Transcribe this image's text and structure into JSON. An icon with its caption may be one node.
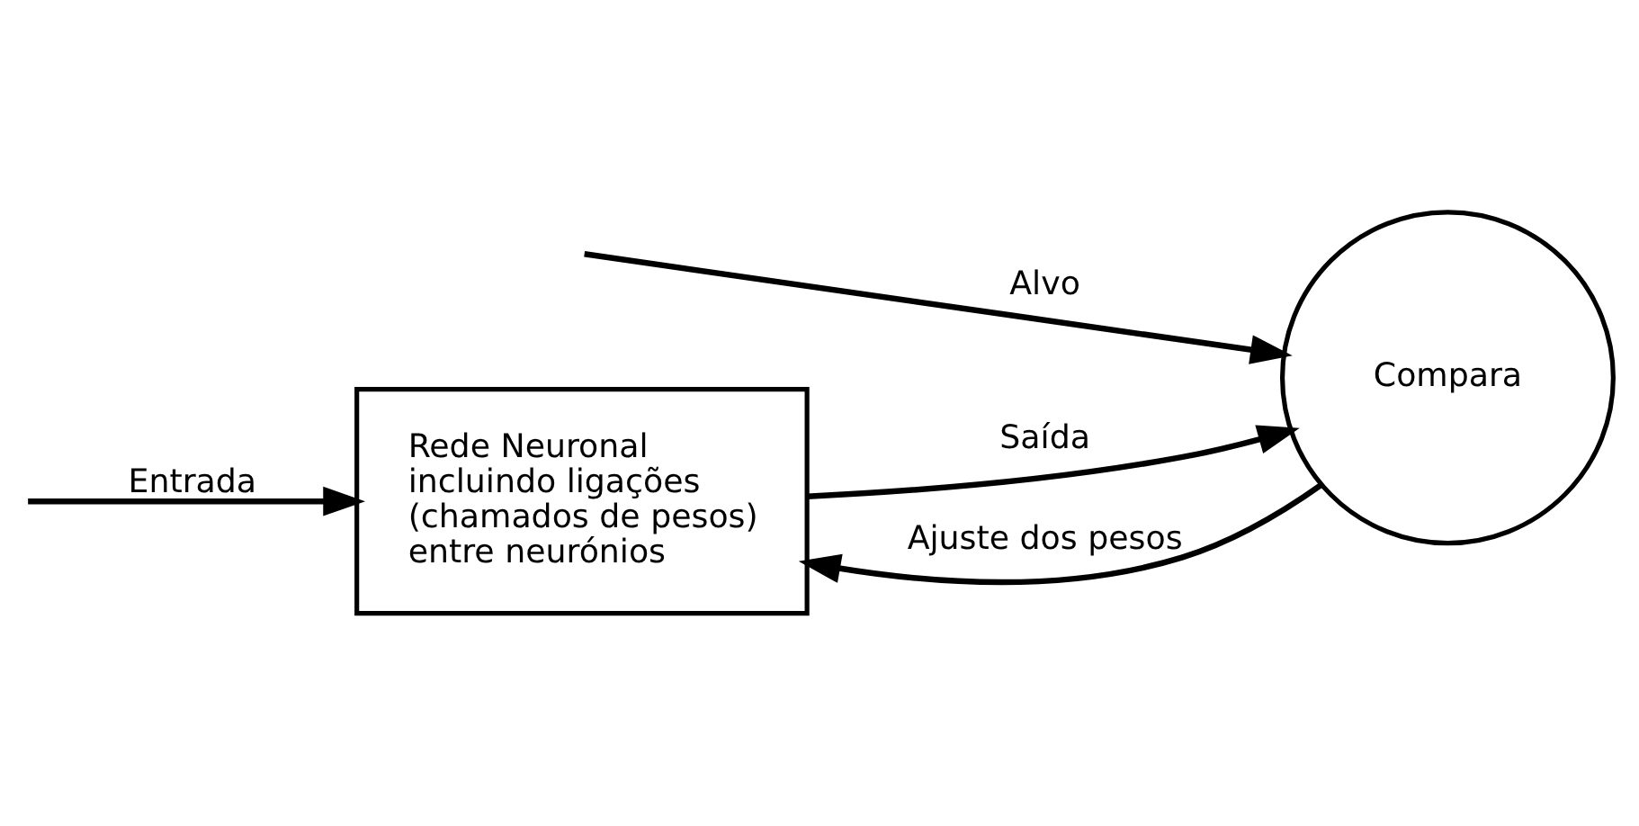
{
  "diagram": {
    "nodes": [
      {
        "text": [
          "Rede Neuronal incluindo ligações (chamados de pesos) entre neurónios"
        ]
      },
      {
        "text": [
          "Compara"
        ]
      }
    ],
    "edges": [
      {
        "from": null,
        "to": 0,
        "arrow": "to",
        "label": "Entrada"
      },
      {
        "from": 0,
        "to": 1,
        "arrow": "to",
        "label": "Saída"
      },
      {
        "from": null,
        "to": 1,
        "arrow": "to",
        "label": "Alvo"
      },
      {
        "from": 1,
        "to": 0,
        "arrow": "to",
        "label": "Ajuste dos pesos"
      }
    ]
  }
}
